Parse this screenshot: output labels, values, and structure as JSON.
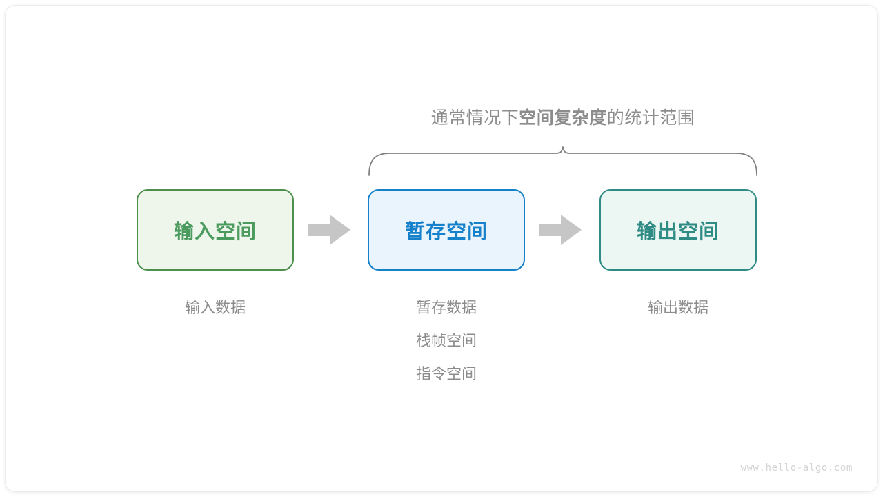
{
  "diagram": {
    "brace_caption": {
      "lead": "通常情况下",
      "emphasis": "空间复杂度",
      "trail": "的统计范围"
    },
    "boxes": [
      {
        "label": "输入空间",
        "border_color": "#4d8f4d",
        "fill_color": "#eef6ec",
        "text_color": "#4b9a5e"
      },
      {
        "label": "暂存空间",
        "border_color": "#1681cb",
        "fill_color": "#e9f4fc",
        "text_color": "#1681cb"
      },
      {
        "label": "输出空间",
        "border_color": "#2f8c85",
        "fill_color": "#ecf6f3",
        "text_color": "#2f8c85"
      }
    ],
    "arrows": [
      {
        "name": "arrow-input-to-temp",
        "color": "#c6c6c6"
      },
      {
        "name": "arrow-temp-to-output",
        "color": "#c6c6c6"
      }
    ],
    "captions": {
      "input": [
        "输入数据"
      ],
      "temp": [
        "暂存数据",
        "栈帧空间",
        "指令空间"
      ],
      "output": [
        "输出数据"
      ]
    },
    "brace_color": "#808080",
    "caption_color": "#8c8c8c",
    "watermark": "www.hello-algo.com"
  }
}
